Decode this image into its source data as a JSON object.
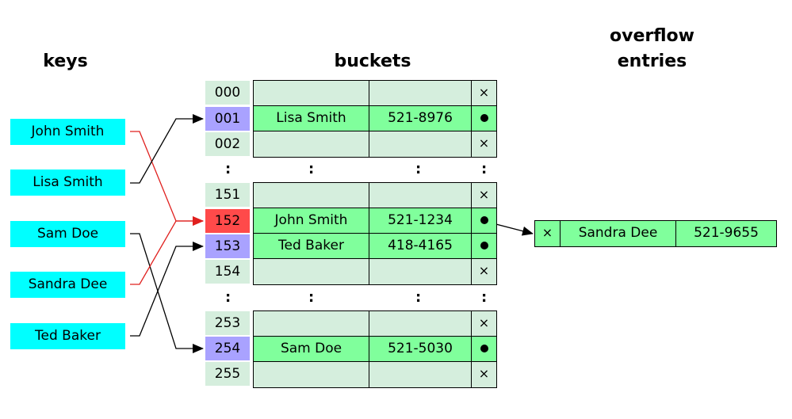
{
  "headers": {
    "keys": "keys",
    "buckets": "buckets",
    "overflow_line1": "overflow",
    "overflow_line2": "entries"
  },
  "keys": [
    "John Smith",
    "Lisa Smith",
    "Sam Doe",
    "Sandra Dee",
    "Ted Baker"
  ],
  "buckets": {
    "b000": {
      "index": "000",
      "name": "",
      "phone": "",
      "link": "×"
    },
    "b001": {
      "index": "001",
      "name": "Lisa Smith",
      "phone": "521-8976",
      "link": "dot"
    },
    "b002": {
      "index": "002",
      "name": "",
      "phone": "",
      "link": "×"
    },
    "b151": {
      "index": "151",
      "name": "",
      "phone": "",
      "link": "×"
    },
    "b152": {
      "index": "152",
      "name": "John Smith",
      "phone": "521-1234",
      "link": "dot"
    },
    "b153": {
      "index": "153",
      "name": "Ted Baker",
      "phone": "418-4165",
      "link": "dot"
    },
    "b154": {
      "index": "154",
      "name": "",
      "phone": "",
      "link": "×"
    },
    "b253": {
      "index": "253",
      "name": "",
      "phone": "",
      "link": "×"
    },
    "b254": {
      "index": "254",
      "name": "Sam Doe",
      "phone": "521-5030",
      "link": "dot"
    },
    "b255": {
      "index": "255",
      "name": "",
      "phone": "",
      "link": "×"
    }
  },
  "ellipsis": ":",
  "overflow": {
    "link": "×",
    "name": "Sandra Dee",
    "phone": "521-9655"
  },
  "colors": {
    "key_bg": "#00ffff",
    "empty_bg": "#d5eedd",
    "filled_bg": "#80ff9c",
    "collision_idx": "#ff4a4a",
    "occupied_idx": "#a9a2ff",
    "collision_line": "#e0201e",
    "line": "#000000"
  }
}
